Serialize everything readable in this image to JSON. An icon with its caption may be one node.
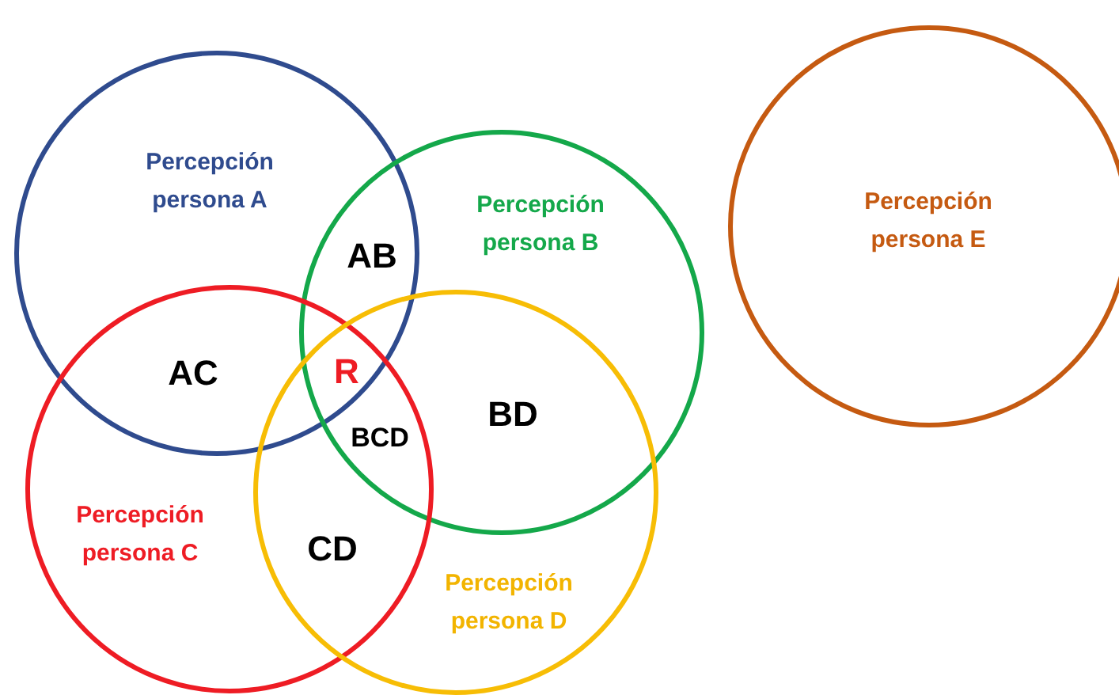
{
  "diagram": {
    "nodes": [
      {
        "text": [
          "Percepción persona A"
        ]
      },
      {
        "text": [
          "Percepción persona B"
        ]
      },
      {
        "text": [
          "Percepción persona C"
        ]
      },
      {
        "text": [
          "Percepción persona D"
        ]
      },
      {
        "text": [
          "Percepción persona E"
        ]
      }
    ],
    "labels": [
      "AB",
      "AC",
      "R",
      "BD",
      "BCD",
      "CD"
    ]
  }
}
